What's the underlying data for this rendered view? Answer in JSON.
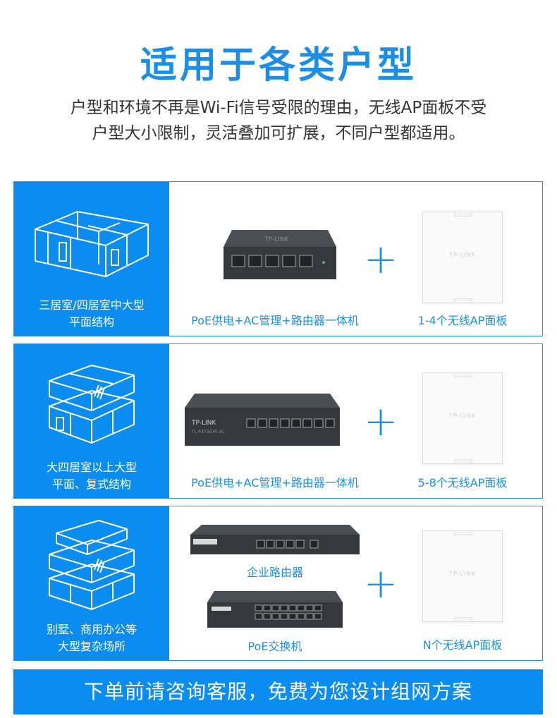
{
  "header": {
    "title": "适用于各类户型",
    "subtitle_line1": "户型和环境不再是Wi-Fi信号受限的理由，无线AP面板不受",
    "subtitle_line2": "户型大小限制，灵活叠加可扩展，不同户型都适用。"
  },
  "rows": [
    {
      "house_line1": "三居室/四居室中大型",
      "house_line2": "平面结构",
      "device_label": "PoE供电+AC管理+路由器一体机",
      "device_brand": "TP-LINK",
      "panel_label": "1-4个无线AP面板",
      "panel_brand": "TP-LINK"
    },
    {
      "house_line1": "大四居室以上大型",
      "house_line2": "平面、复式结构",
      "device_label": "PoE供电+AC管理+路由器一体机",
      "device_brand": "TP-LINK",
      "device_model": "TL-R479GPE-AC",
      "panel_label": "5-8个无线AP面板",
      "panel_brand": "TP-LINK"
    },
    {
      "house_line1": "别墅、商用办公等",
      "house_line2": "大型复杂场所",
      "device1_label": "企业路由器",
      "device2_label": "PoE交换机",
      "panel_label": "N个无线AP面板",
      "panel_brand": "TP-LINK"
    }
  ],
  "plus_symbol": "+",
  "cta": {
    "text": "下单前请咨询客服，免费为您设计组网方案"
  },
  "colors": {
    "accent": "#1c8ee8",
    "panel_blue": "#0a8cf0",
    "device_dark": "#3a3d42"
  },
  "icons": [
    "floorplan-house-icon",
    "two-floor-house-icon",
    "three-floor-villa-icon",
    "plus-icon"
  ]
}
